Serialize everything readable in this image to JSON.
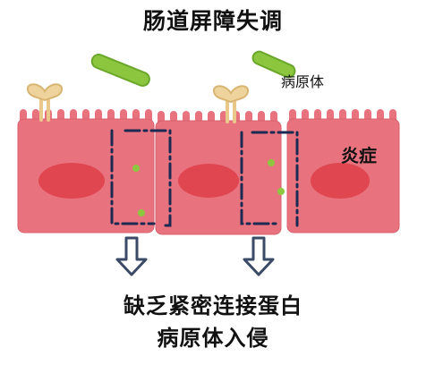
{
  "title": "肠道屏障失调",
  "labels": {
    "pathogen": "病原体",
    "inflammation": "炎症"
  },
  "caption": {
    "line1": "缺乏紧密连接蛋白",
    "line2": "病原体入侵"
  },
  "colors": {
    "cell_fill": "#e8737f",
    "cell_light": "#ef8f98",
    "nucleus": "#df4650",
    "bacteria": "#8cc63f",
    "bacteria_outline": "#6aa62a",
    "particle": "#8dc63f",
    "tight_junction_dash": "#1b2a52",
    "arrow_outline": "#3b4a66",
    "receptor": "#e9c88a"
  },
  "icons": [
    "bacteria-icon",
    "receptor-icon",
    "down-arrow-icon"
  ]
}
